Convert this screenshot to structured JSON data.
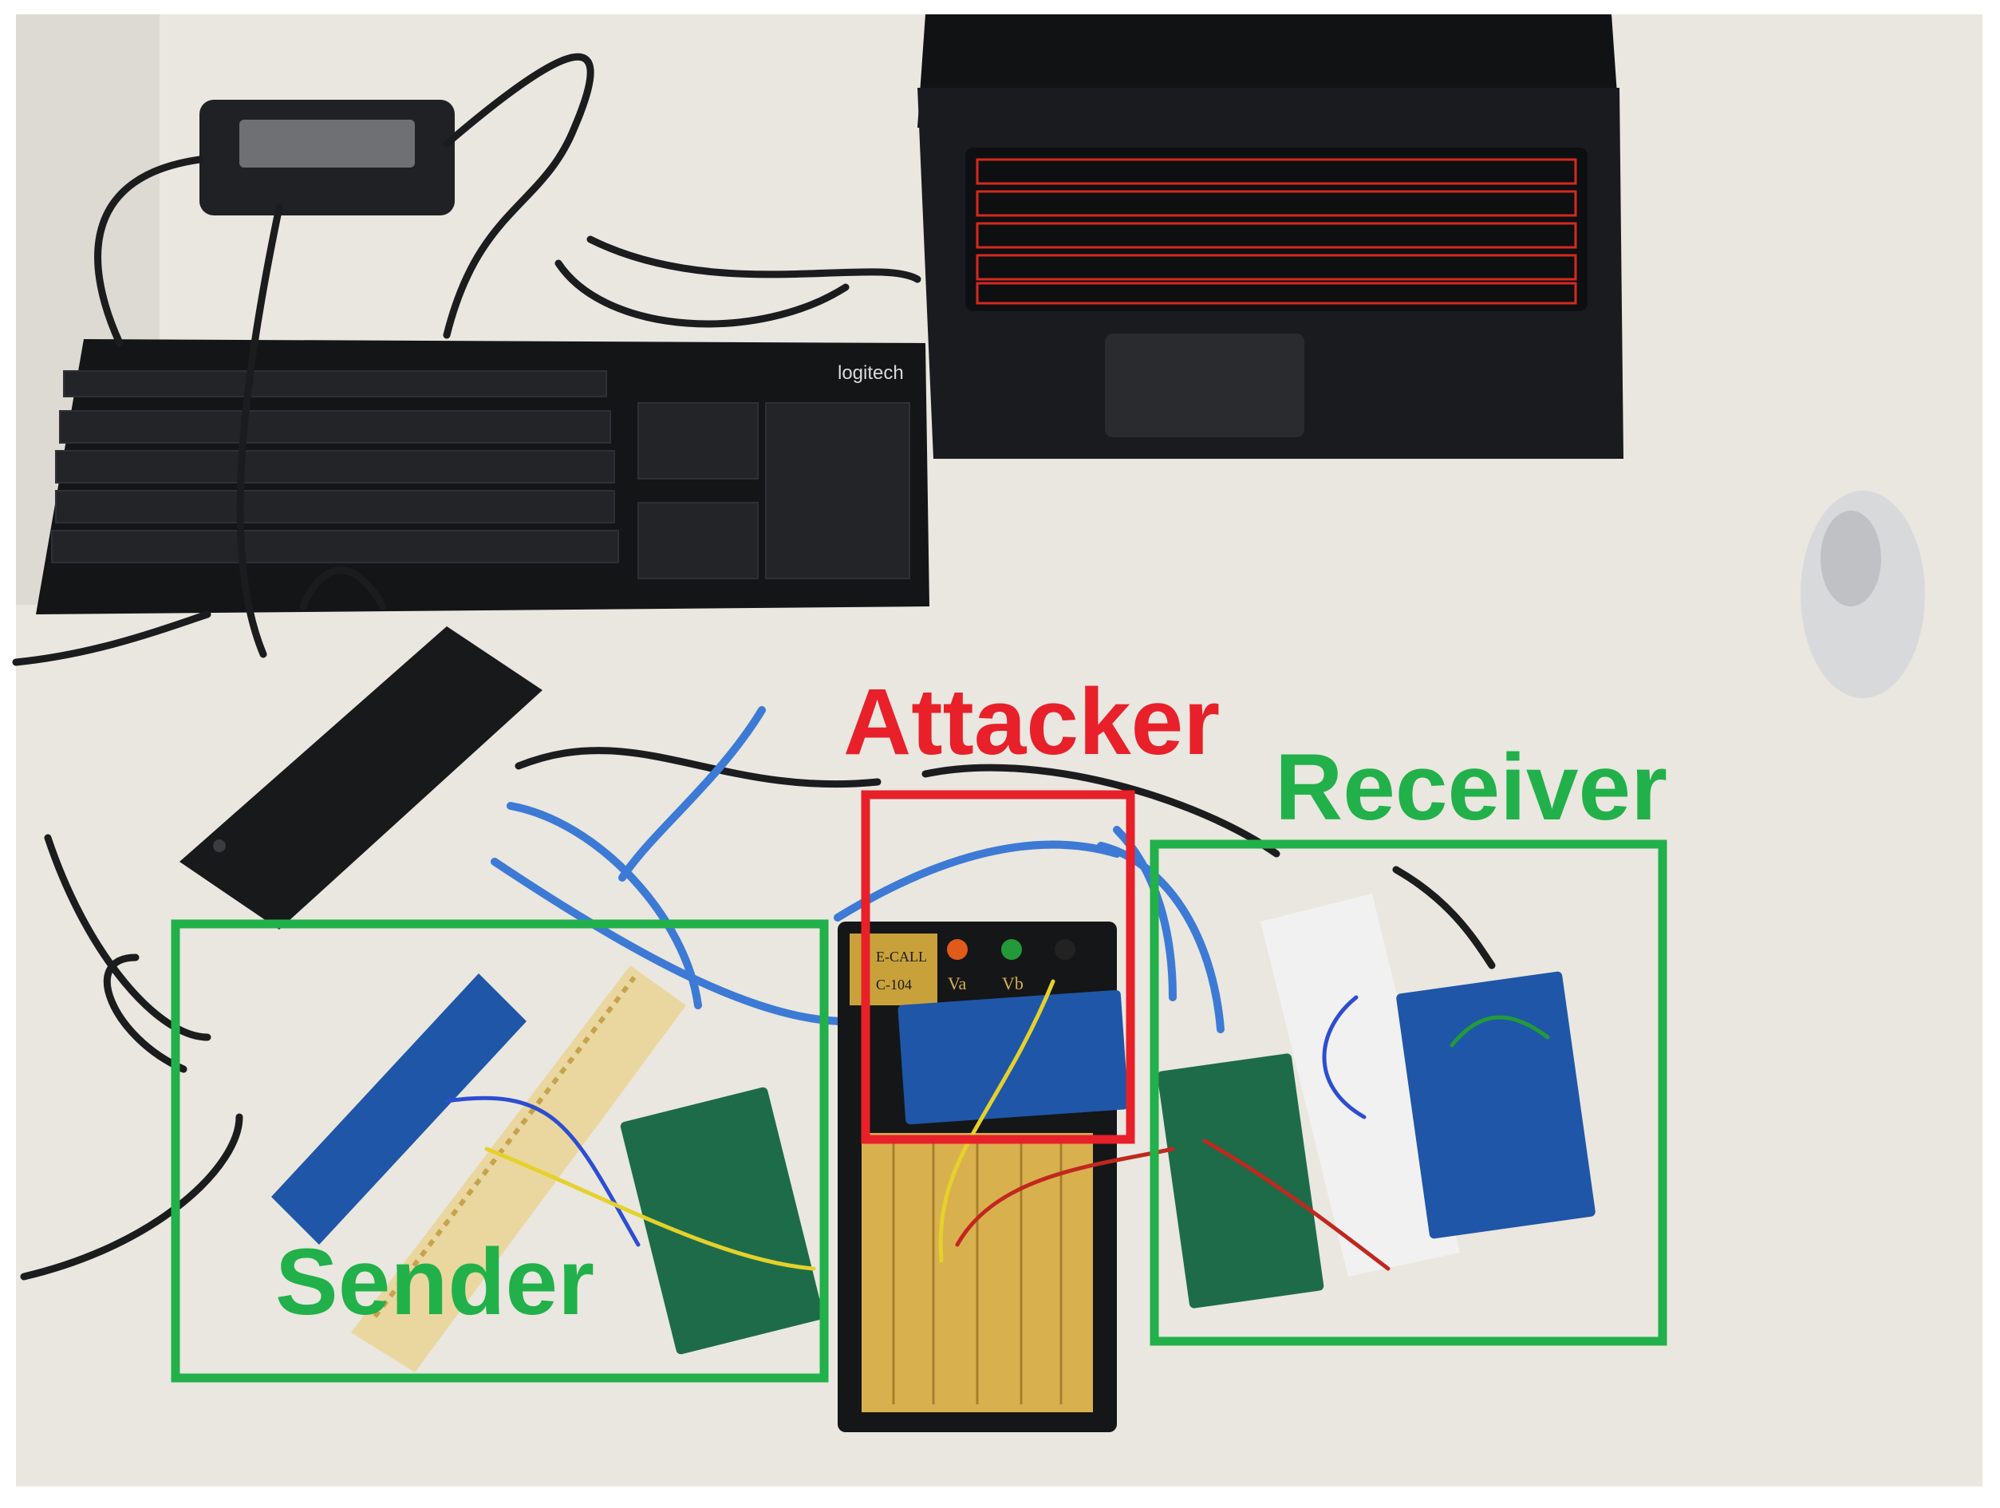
{
  "figure": {
    "labels": {
      "attacker": "Attacker",
      "receiver": "Receiver",
      "sender": "Sender"
    },
    "colors": {
      "attacker": "#e8202a",
      "group": "#22b04a",
      "desk": "#e9e7df",
      "device_dark": "#1b1c1f",
      "cable_blue": "#3d7ad6",
      "board_blue": "#1f56a8",
      "board_green": "#1e6b4a",
      "breadboard_yellow": "#d9b04e",
      "breadboard_white": "#f1f1f1",
      "laptop_keys_red": "#d6281f"
    },
    "objects": [
      "power-adapter",
      "logitech-keyboard",
      "laptop",
      "usb-hub",
      "computer-mouse",
      "arduino-board",
      "breadboard",
      "blue-usb-cable"
    ],
    "brand_text": {
      "keyboard": "logitech",
      "bench_panel": "E-CALL",
      "bench_model": "C-104",
      "terminal_a": "Va",
      "terminal_b": "Vb"
    }
  }
}
